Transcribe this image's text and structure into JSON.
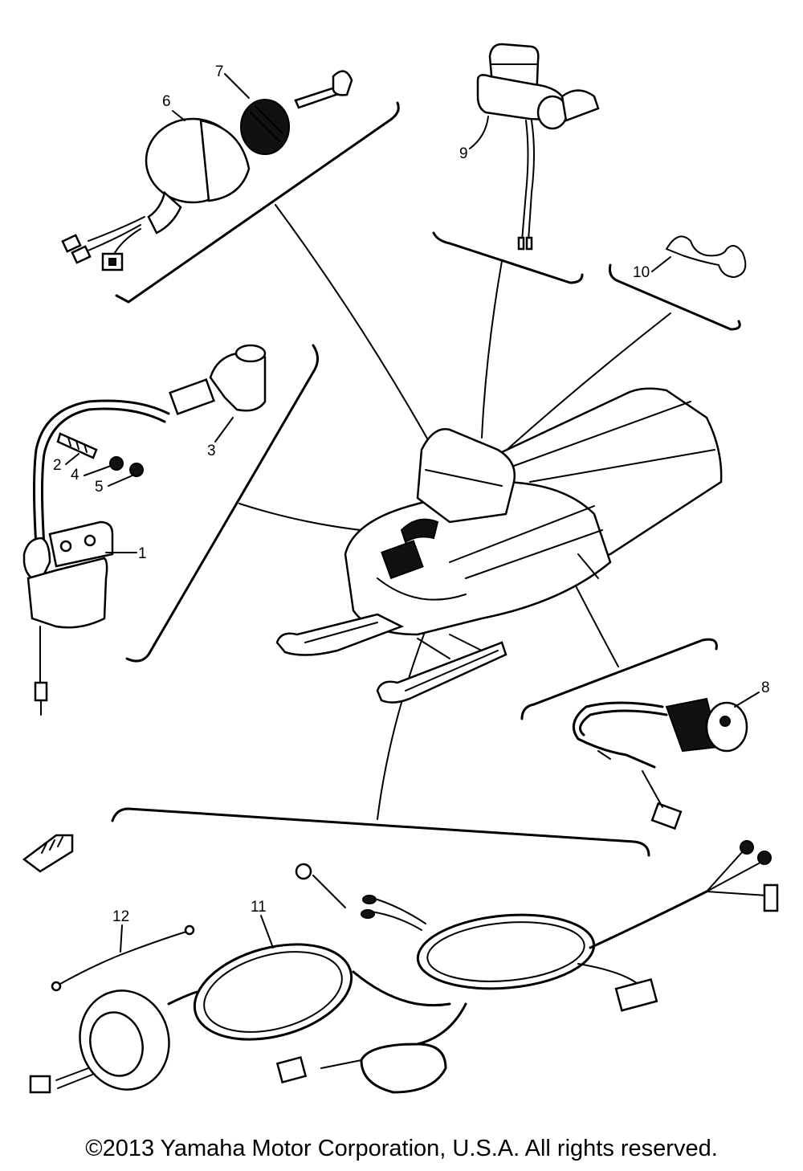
{
  "callouts": {
    "p1": "1",
    "p2": "2",
    "p3": "3",
    "p4": "4",
    "p5": "5",
    "p6": "6",
    "p7": "7",
    "p8": "8",
    "p9": "9",
    "p10": "10",
    "p11": "11",
    "p12": "12"
  },
  "footer": {
    "copyright": "©2013 Yamaha Motor Corporation, U.S.A. All rights reserved."
  }
}
